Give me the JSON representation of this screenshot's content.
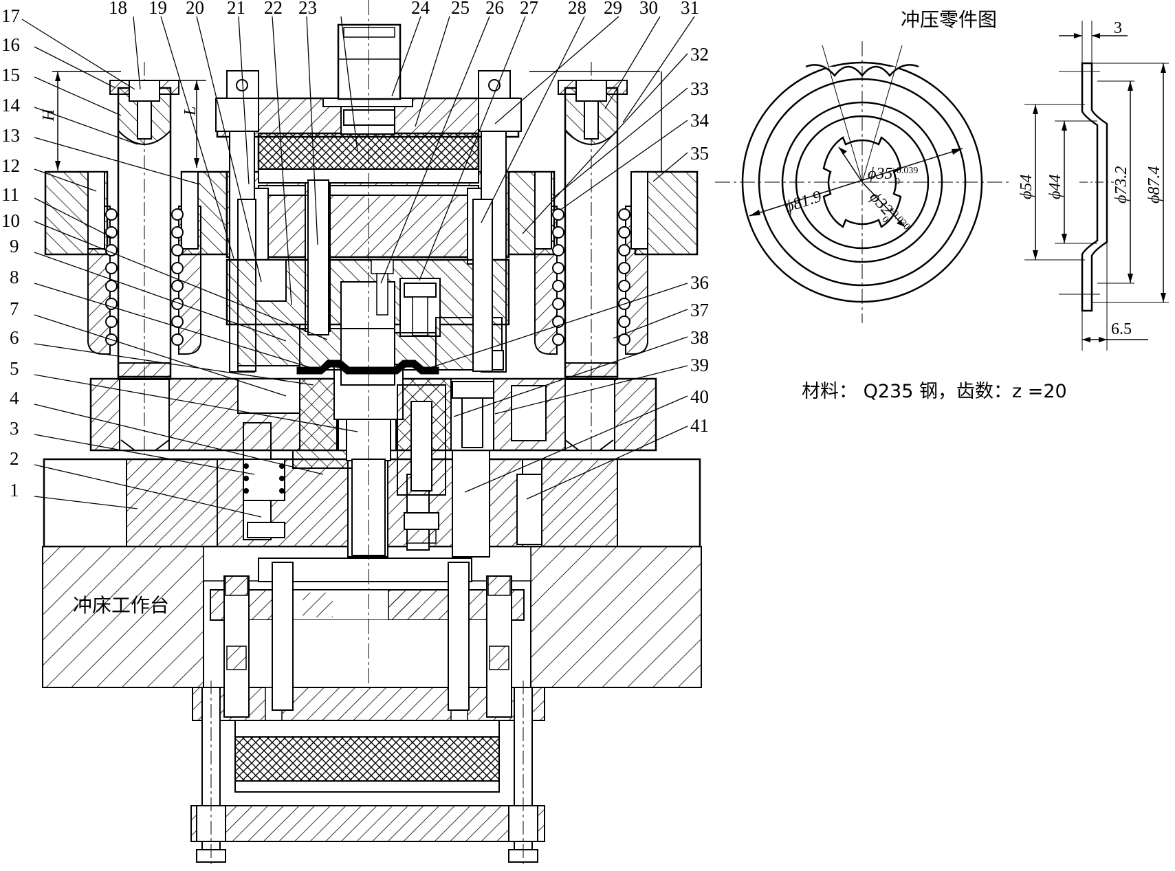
{
  "part_numbers": [
    "1",
    "2",
    "3",
    "4",
    "5",
    "6",
    "7",
    "8",
    "9",
    "10",
    "11",
    "12",
    "13",
    "14",
    "15",
    "16",
    "17",
    "18",
    "19",
    "20",
    "21",
    "22",
    "23",
    "24",
    "25",
    "26",
    "27",
    "28",
    "29",
    "30",
    "31",
    "32",
    "33",
    "34",
    "35",
    "36",
    "37",
    "38",
    "39",
    "40",
    "41"
  ],
  "dimension_labels": {
    "H": "H",
    "L": "L"
  },
  "press_table_label": "冲床工作台",
  "part_drawing": {
    "title": "冲压零件图",
    "dia_outer": "ϕ81.9",
    "dia_35": "ϕ35",
    "dia_35_tol_upper": "+0.039",
    "dia_35_tol_lower": "0",
    "dia_32": "ϕ32",
    "dia_32_tol_upper": "+0.030",
    "dia_32_tol_lower": "0"
  },
  "section_view": {
    "dim_3": "3",
    "dim_54": "ϕ54",
    "dim_44": "ϕ44",
    "dim_73_2": "ϕ73.2",
    "dim_87_4": "ϕ87.4",
    "dim_6_5": "6.5"
  },
  "material_note": "材料：  Q235 钢，齿数：z =20"
}
